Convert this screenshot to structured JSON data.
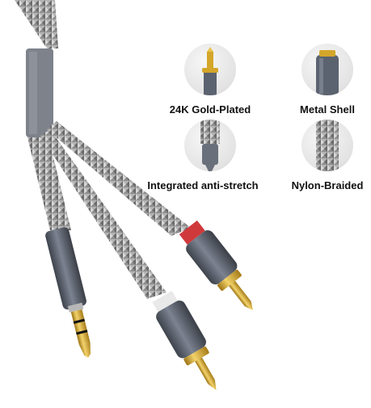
{
  "features": {
    "gold_plated": {
      "label": "24K Gold-Plated",
      "icon": "gold-plug-tip-icon"
    },
    "metal_shell": {
      "label": "Metal Shell",
      "icon": "metal-shell-icon"
    },
    "anti_stretch": {
      "label": "Integrated anti-stretch",
      "icon": "anti-stretch-icon"
    },
    "nylon_braided": {
      "label": "Nylon-Braided",
      "icon": "nylon-braid-icon"
    }
  },
  "colors": {
    "gold": "#d4a62a",
    "metal": "#5b6270",
    "braid": "#9a9a9a",
    "red_ring": "#d0393b",
    "white_ring": "#e9e9e9"
  }
}
